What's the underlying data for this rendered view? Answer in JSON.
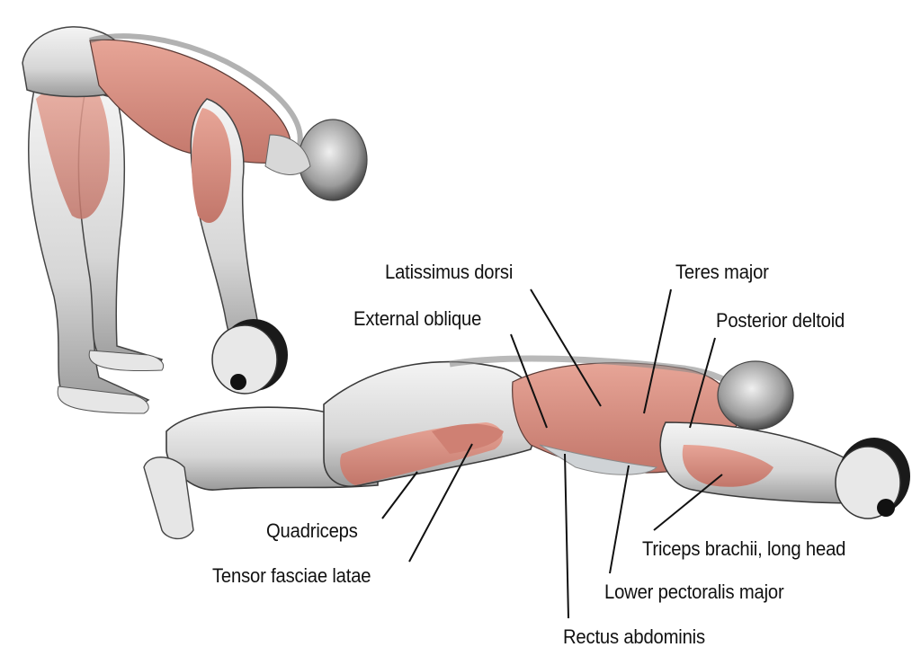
{
  "diagram": {
    "type": "anatomy-exercise-illustration",
    "colors": {
      "background": "#ffffff",
      "muscle_highlight": "#d98f80",
      "muscle_shadow": "#b8675c",
      "skin_light": "#ececec",
      "skin_mid": "#c9c9c9",
      "skin_dark": "#7a7a7a",
      "outline": "#3a3a3a",
      "leader_line": "#111111",
      "wheel_rim": "#1a1a1a",
      "wheel_face": "#e6e6e6"
    },
    "figures": [
      {
        "id": "standing",
        "pose": "bent over holding ab wheel near floor"
      },
      {
        "id": "prone",
        "pose": "extended ab wheel rollout, kneeling"
      }
    ],
    "labels": [
      {
        "id": "latissimus-dorsi",
        "text": "Latissimus dorsi"
      },
      {
        "id": "teres-major",
        "text": "Teres major"
      },
      {
        "id": "external-oblique",
        "text": "External oblique"
      },
      {
        "id": "posterior-deltoid",
        "text": "Posterior deltoid"
      },
      {
        "id": "quadriceps",
        "text": "Quadriceps"
      },
      {
        "id": "tensor-fasciae-latae",
        "text": "Tensor fasciae latae"
      },
      {
        "id": "triceps-brachii-long-head",
        "text": "Triceps brachii, long head"
      },
      {
        "id": "lower-pectoralis-major",
        "text": "Lower pectoralis major"
      },
      {
        "id": "rectus-abdominis",
        "text": "Rectus abdominis"
      }
    ]
  }
}
